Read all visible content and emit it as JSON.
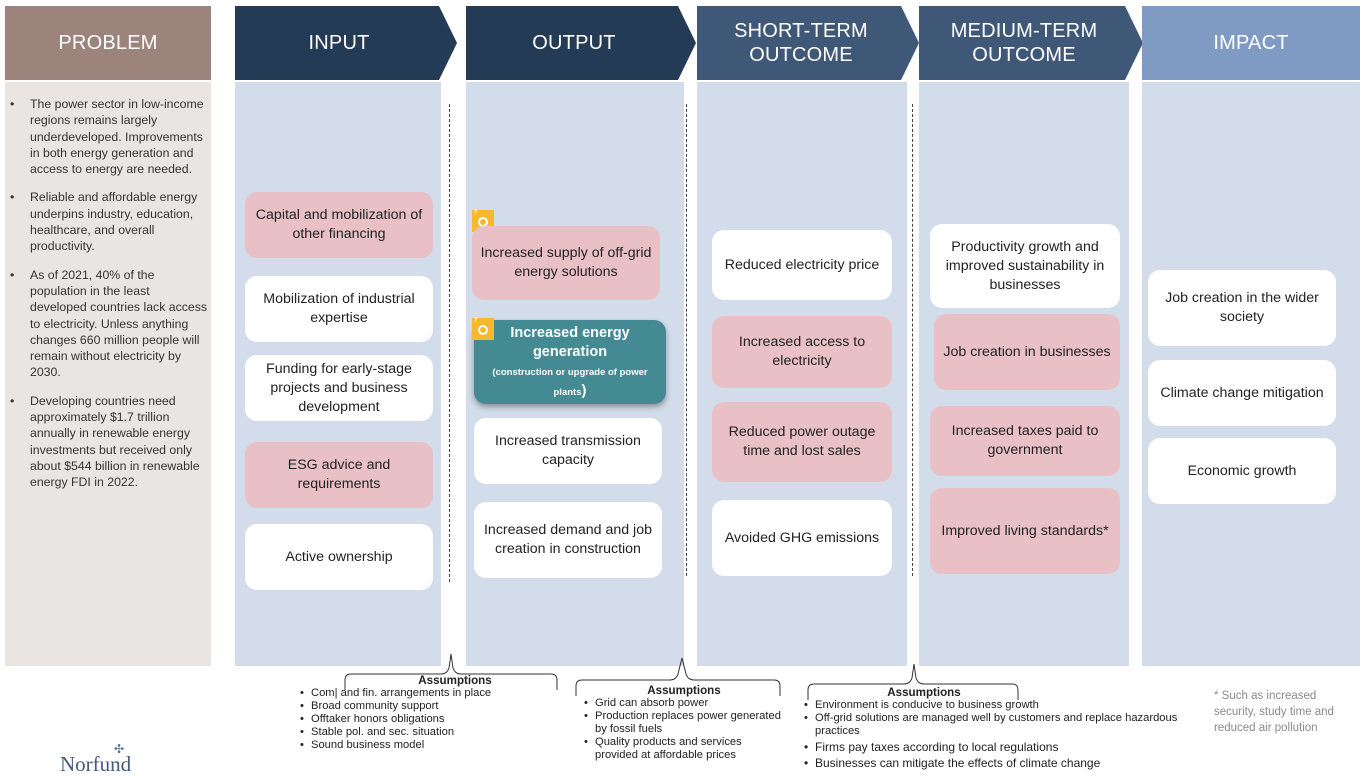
{
  "headers": {
    "problem": "PROBLEM",
    "input": "INPUT",
    "output": "OUTPUT",
    "short_term": "SHORT-TERM OUTCOME",
    "medium_term": "MEDIUM-TERM OUTCOME",
    "impact": "IMPACT"
  },
  "problem_points": [
    "The power sector in low-income regions remains largely underdeveloped. Improvements in both energy generation and access to energy are needed.",
    "Reliable and affordable energy underpins industry, education, healthcare, and overall productivity.",
    "As of 2021, 40% of the population in the least developed countries lack access to electricity. Unless anything changes 660 million people will remain without electricity by 2030.",
    "Developing countries need approximately $1.7 trillion annually in renewable energy investments but received only about $544 billion in renewable energy FDI in 2022."
  ],
  "input_boxes": [
    "Capital and mobilization of other financing",
    "Mobilization of industrial expertise",
    "Funding for early-stage projects and business development",
    "ESG advice and requirements",
    "Active ownership"
  ],
  "output_boxes": {
    "supply": "Increased supply of off-grid energy solutions",
    "generation_title": "Increased energy generation",
    "generation_sub": "(construction or upgrade of power plants",
    "generation_paren": ")",
    "transmission": "Increased transmission capacity",
    "demand": "Increased demand and job creation in construction"
  },
  "short_term_boxes": [
    "Reduced electricity price",
    "Increased access to electricity",
    "Reduced power outage time and lost sales",
    "Avoided GHG emissions"
  ],
  "medium_term_boxes": [
    "Productivity growth and improved sustainability in businesses",
    "Job creation in businesses",
    "Increased taxes paid to government",
    "Improved living standards*"
  ],
  "impact_boxes": [
    "Job creation in the wider society",
    "Climate change mitigation",
    "Economic growth"
  ],
  "sdg_icons": [
    {
      "number": "7",
      "icon": "sdg7-affordable-clean-energy-icon"
    },
    {
      "number": "7",
      "icon": "sdg7-affordable-clean-energy-icon"
    }
  ],
  "assumptions": [
    {
      "title": "Assumptions",
      "items": [
        "Com| and fin. arrangements in place",
        "Broad community support",
        "Offtaker honors obligations",
        "Stable pol. and sec. situation",
        "Sound business model"
      ]
    },
    {
      "title": "Assumptions",
      "items": [
        "Grid can absorb power",
        "Production replaces power generated by fossil fuels",
        "Quality products and services provided at affordable prices"
      ]
    },
    {
      "title": "Assumptions",
      "items": [
        "Environment is conducive to business growth",
        "Off-grid solutions are managed well by customers and replace hazardous practices",
        "Firms pay taxes according to local regulations",
        "Businesses can mitigate the effects of climate change"
      ]
    }
  ],
  "footnote": "* Such as increased security, study time and reduced air pollution",
  "logo": {
    "text": "Norfund",
    "mark": "✣"
  },
  "colors": {
    "problem_header": "#9c837b",
    "input_output_header": "#243b55",
    "outcome_header": "#3f5878",
    "impact_header": "#7f9bc4",
    "column_bg": "#d3dcea",
    "pink_box": "#e8c0c5",
    "teal_box": "#438a93"
  }
}
